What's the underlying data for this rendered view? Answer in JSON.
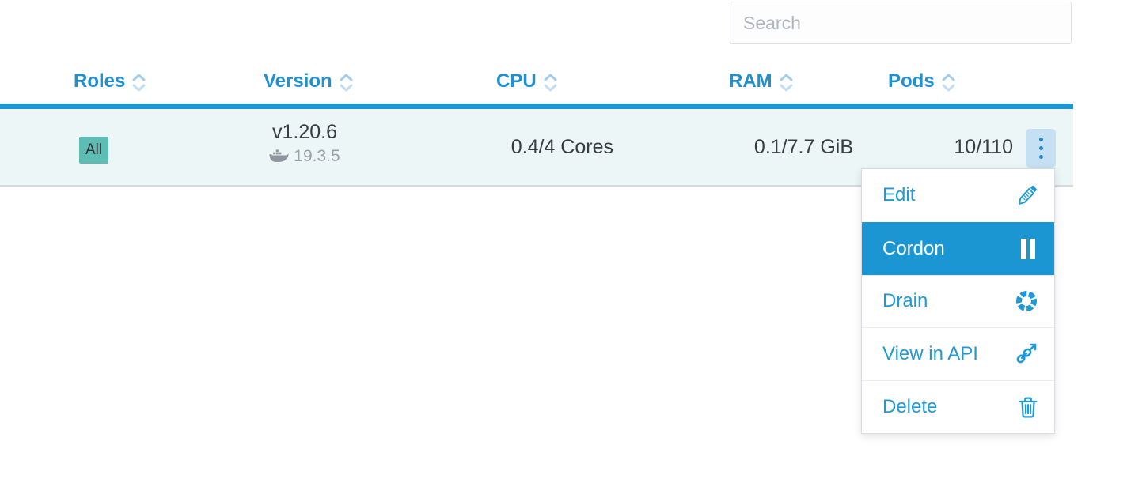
{
  "search": {
    "placeholder": "Search"
  },
  "table": {
    "columns": [
      {
        "label": "Roles"
      },
      {
        "label": "Version"
      },
      {
        "label": "CPU"
      },
      {
        "label": "RAM"
      },
      {
        "label": "Pods"
      }
    ],
    "row": {
      "roles_badge": "All",
      "version": "v1.20.6",
      "container_runtime_version": "19.3.5",
      "cpu": "0.4/4 Cores",
      "ram": "0.1/7.7 GiB",
      "pods": "10/110"
    }
  },
  "menu": {
    "items": [
      {
        "label": "Edit",
        "icon": "pencil-icon",
        "active": false
      },
      {
        "label": "Cordon",
        "icon": "pause-icon",
        "active": true
      },
      {
        "label": "Drain",
        "icon": "spinner-icon",
        "active": false
      },
      {
        "label": "View in API",
        "icon": "external-link-icon",
        "active": false
      },
      {
        "label": "Delete",
        "icon": "trash-icon",
        "active": false
      }
    ]
  },
  "colors": {
    "primary_blue": "#1b96d3",
    "link_blue": "#1f99d8",
    "sort_chevron_blue": "#aed2ee",
    "badge_teal": "#5dbcb4",
    "row_bg": "#ecf6f6",
    "action_button_bg": "#c4e0f2",
    "muted_gray": "#9aa0a7",
    "dark_text": "#383d41"
  }
}
